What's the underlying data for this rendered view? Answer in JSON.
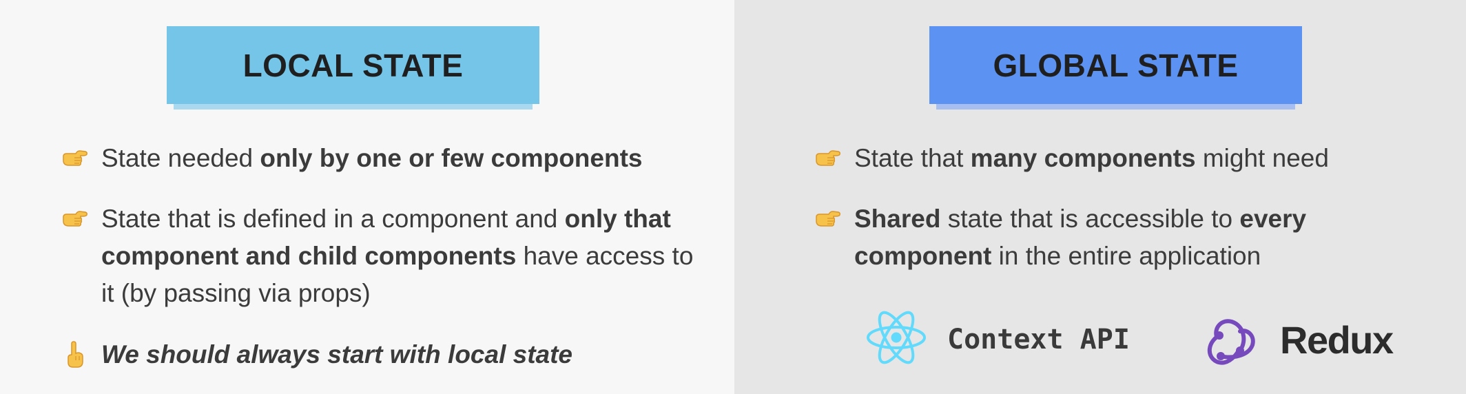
{
  "local": {
    "title": "LOCAL STATE",
    "bullets": [
      {
        "icon": "pointing-hand-icon",
        "parts": [
          {
            "text": "State needed ",
            "bold": false
          },
          {
            "text": "only by one or few components",
            "bold": true
          }
        ]
      },
      {
        "icon": "pointing-hand-icon",
        "parts": [
          {
            "text": "State that is defined in a component and ",
            "bold": false
          },
          {
            "text": "only that component and child components",
            "bold": true
          },
          {
            "text": " have access to it (by passing via props)",
            "bold": false
          }
        ]
      }
    ],
    "tip": {
      "icon": "index-pointing-up-icon",
      "text": "We should always start with local state"
    }
  },
  "global": {
    "title": "GLOBAL STATE",
    "bullets": [
      {
        "icon": "pointing-hand-icon",
        "parts": [
          {
            "text": "State that ",
            "bold": false
          },
          {
            "text": "many components",
            "bold": true
          },
          {
            "text": " might need",
            "bold": false
          }
        ]
      },
      {
        "icon": "pointing-hand-icon",
        "parts": [
          {
            "text": "Shared",
            "bold": true
          },
          {
            "text": " state that is accessible to ",
            "bold": false
          },
          {
            "text": "every component",
            "bold": true
          },
          {
            "text": " in the entire application",
            "bold": false
          }
        ]
      }
    ],
    "libraries": [
      {
        "name": "Context API",
        "icon": "react-logo-icon",
        "color": "#61dafb"
      },
      {
        "name": "Redux",
        "icon": "redux-logo-icon",
        "color": "#764abc"
      }
    ]
  },
  "colors": {
    "left_bg": "#f7f7f7",
    "right_bg": "#e6e6e6",
    "local_title_bg": "#74c5e8",
    "global_title_bg": "#5c93f3"
  }
}
